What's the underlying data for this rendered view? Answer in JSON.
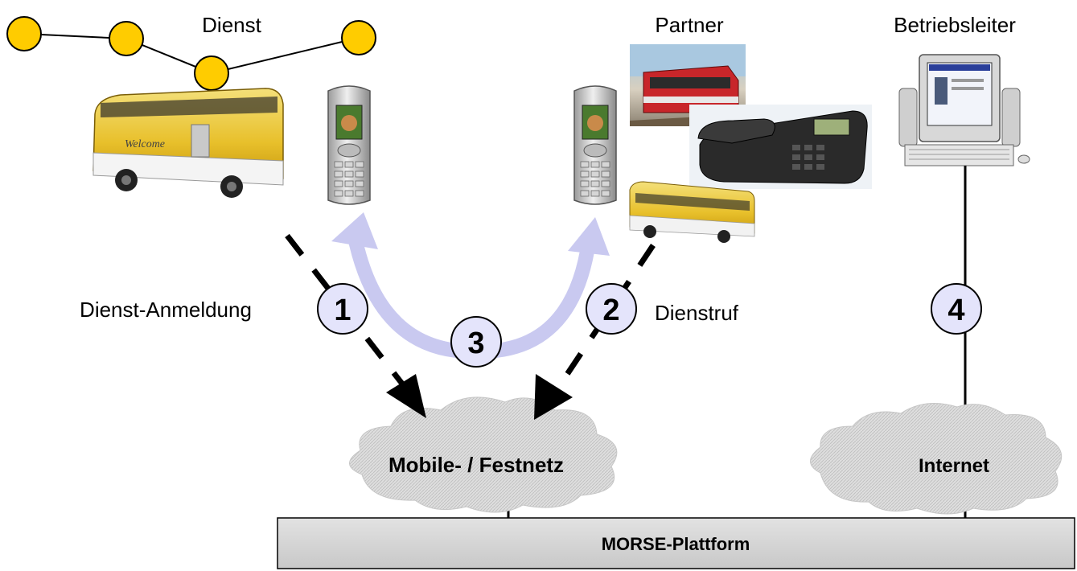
{
  "labels": {
    "dienst": "Dienst",
    "partner": "Partner",
    "betriebsleiter": "Betriebsleiter",
    "dienst_anmeldung": "Dienst-Anmeldung",
    "dienstruf": "Dienstruf",
    "mobile_festnetz": "Mobile- / Festnetz",
    "internet": "Internet",
    "platform": "MORSE-Plattform"
  },
  "steps": [
    "1",
    "2",
    "3",
    "4"
  ],
  "bus_sign": "Welcome",
  "colors": {
    "node_fill": "#ffcc00",
    "step_circle": "#e4e4fb",
    "arc": "#c9c9f0",
    "platform": "#d4d4d4",
    "cloud": "#d9d9d9",
    "bus_body": "#ecc635"
  }
}
